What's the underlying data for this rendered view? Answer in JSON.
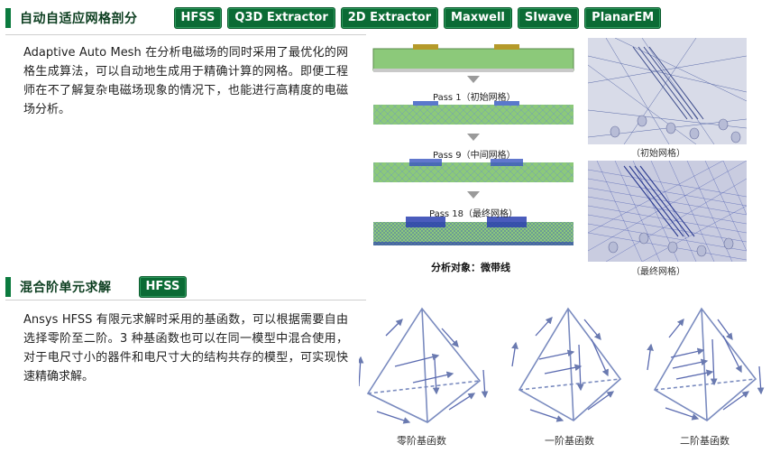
{
  "section1": {
    "title": "自动自适应网格剖分",
    "tags": [
      "HFSS",
      "Q3D Extractor",
      "2D Extractor",
      "Maxwell",
      "SIwave",
      "PlanarEM"
    ],
    "paragraph": "Adaptive Auto Mesh 在分析电磁场的同时采用了最优化的网格生成算法，可以自动地生成用于精确计算的网格。即便工程师在不了解复杂电磁场现象的情况下，也能进行高精度的电磁场分析。",
    "passes": [
      "Pass 1（初始网格）",
      "Pass 9（中间网格）",
      "Pass 18（最终网格）"
    ],
    "analysis_target": "分析对象：微带线",
    "mesh_captions": [
      "（初始网格）",
      "（最终网格）"
    ]
  },
  "section2": {
    "title": "混合阶单元求解",
    "tag": "HFSS",
    "paragraph": "Ansys HFSS 有限元求解时采用的基函数，可以根据需要自由选择零阶至二阶。3 种基函数也可以在同一模型中混合使用，对于电尺寸小的器件和电尺寸大的结构共存的模型，可实现快速精确求解。",
    "basis_captions": [
      "零阶基函数",
      "一阶基函数",
      "二阶基函数"
    ]
  },
  "colors": {
    "accent_green": "#0b6b35",
    "substrate_green": "#8cc97a",
    "conductor_gold": "#b59a2a",
    "mesh_blue": "#2a3fb0"
  }
}
